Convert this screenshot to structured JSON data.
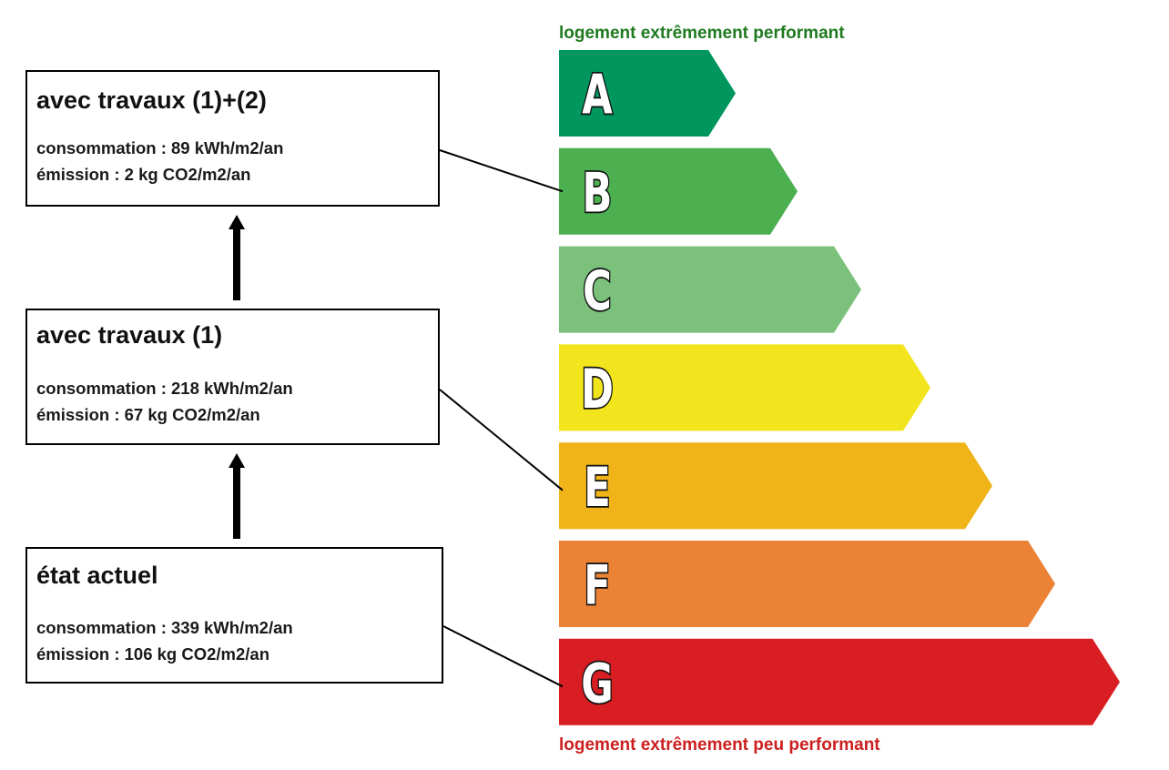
{
  "header_label": {
    "text": "logement extrêmement performant",
    "color": "#1f7a1f"
  },
  "footer_label": {
    "text": "logement extrêmement peu performant",
    "color": "#cc1f1f"
  },
  "classes": [
    {
      "letter": "A",
      "color": "#00965e"
    },
    {
      "letter": "B",
      "color": "#4caf50"
    },
    {
      "letter": "C",
      "color": "#7bc07b"
    },
    {
      "letter": "D",
      "color": "#f2e51e"
    },
    {
      "letter": "E",
      "color": "#f0b419"
    },
    {
      "letter": "F",
      "color": "#eb8235"
    },
    {
      "letter": "G",
      "color": "#d81e23"
    }
  ],
  "scenarios": [
    {
      "title": "avec travaux (1)+(2)",
      "consumption": "consommation : 89 kWh/m2/an",
      "emission": "émission : 2 kg CO2/m2/an",
      "class": "B"
    },
    {
      "title": "avec travaux (1)",
      "consumption": "consommation : 218 kWh/m2/an",
      "emission": "émission : 67 kg CO2/m2/an",
      "class": "E"
    },
    {
      "title": "état actuel",
      "consumption": "consommation : 339 kWh/m2/an",
      "emission": "émission : 106 kg CO2/m2/an",
      "class": "G"
    }
  ]
}
